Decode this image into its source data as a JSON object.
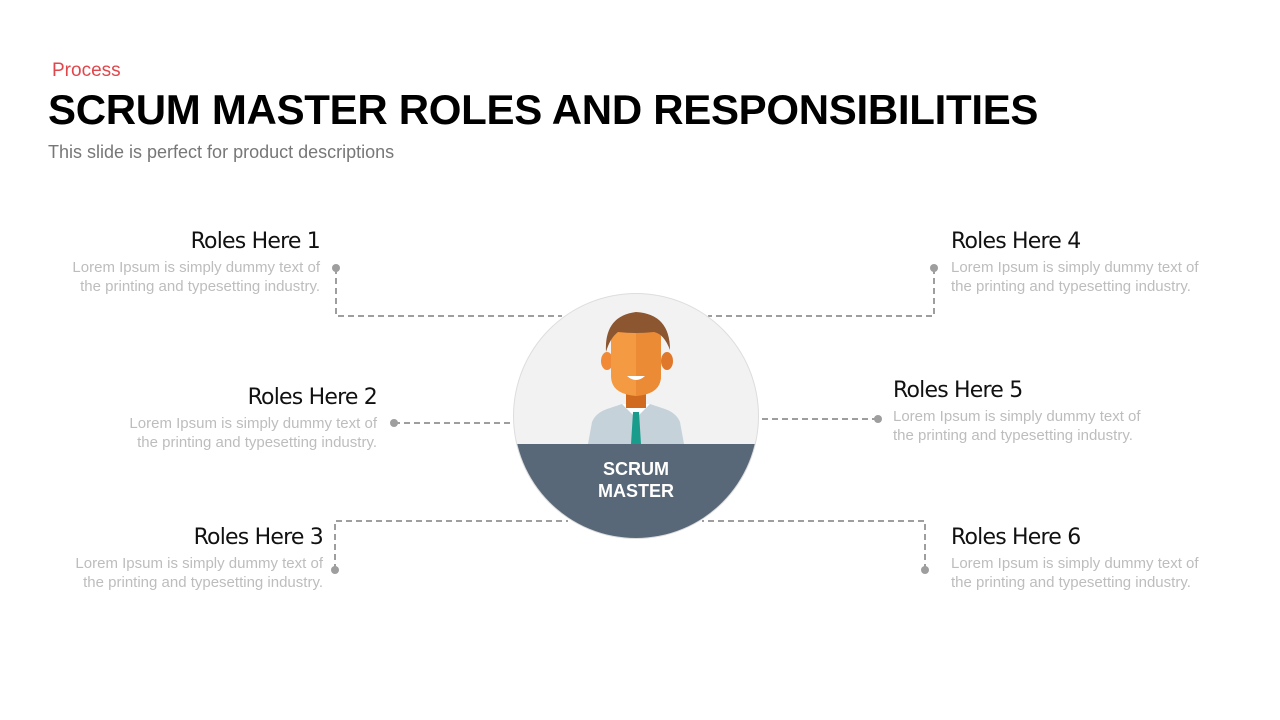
{
  "header": {
    "kicker": "Process",
    "title": "SCRUM MASTER ROLES AND RESPONSIBILITIES",
    "subtitle": "This slide is perfect for product descriptions"
  },
  "center": {
    "line1": "SCRUM",
    "line2": "MASTER"
  },
  "roles": [
    {
      "title": "Roles Here 1",
      "text": "Lorem Ipsum is simply dummy text of the printing and typesetting industry."
    },
    {
      "title": "Roles Here 2",
      "text": "Lorem Ipsum is simply dummy text of the printing and typesetting industry."
    },
    {
      "title": "Roles Here 3",
      "text": "Lorem Ipsum is simply dummy text of the printing and typesetting industry."
    },
    {
      "title": "Roles Here 4",
      "text": "Lorem Ipsum is simply dummy text of the printing and typesetting industry."
    },
    {
      "title": "Roles Here 5",
      "text": "Lorem Ipsum is simply dummy text of the printing and typesetting industry."
    },
    {
      "title": "Roles Here 6",
      "text": "Lorem Ipsum is simply dummy text of the printing and typesetting industry."
    }
  ],
  "colors": {
    "accent": "#e0474c",
    "band": "#596878",
    "connector": "#9e9e9e"
  }
}
